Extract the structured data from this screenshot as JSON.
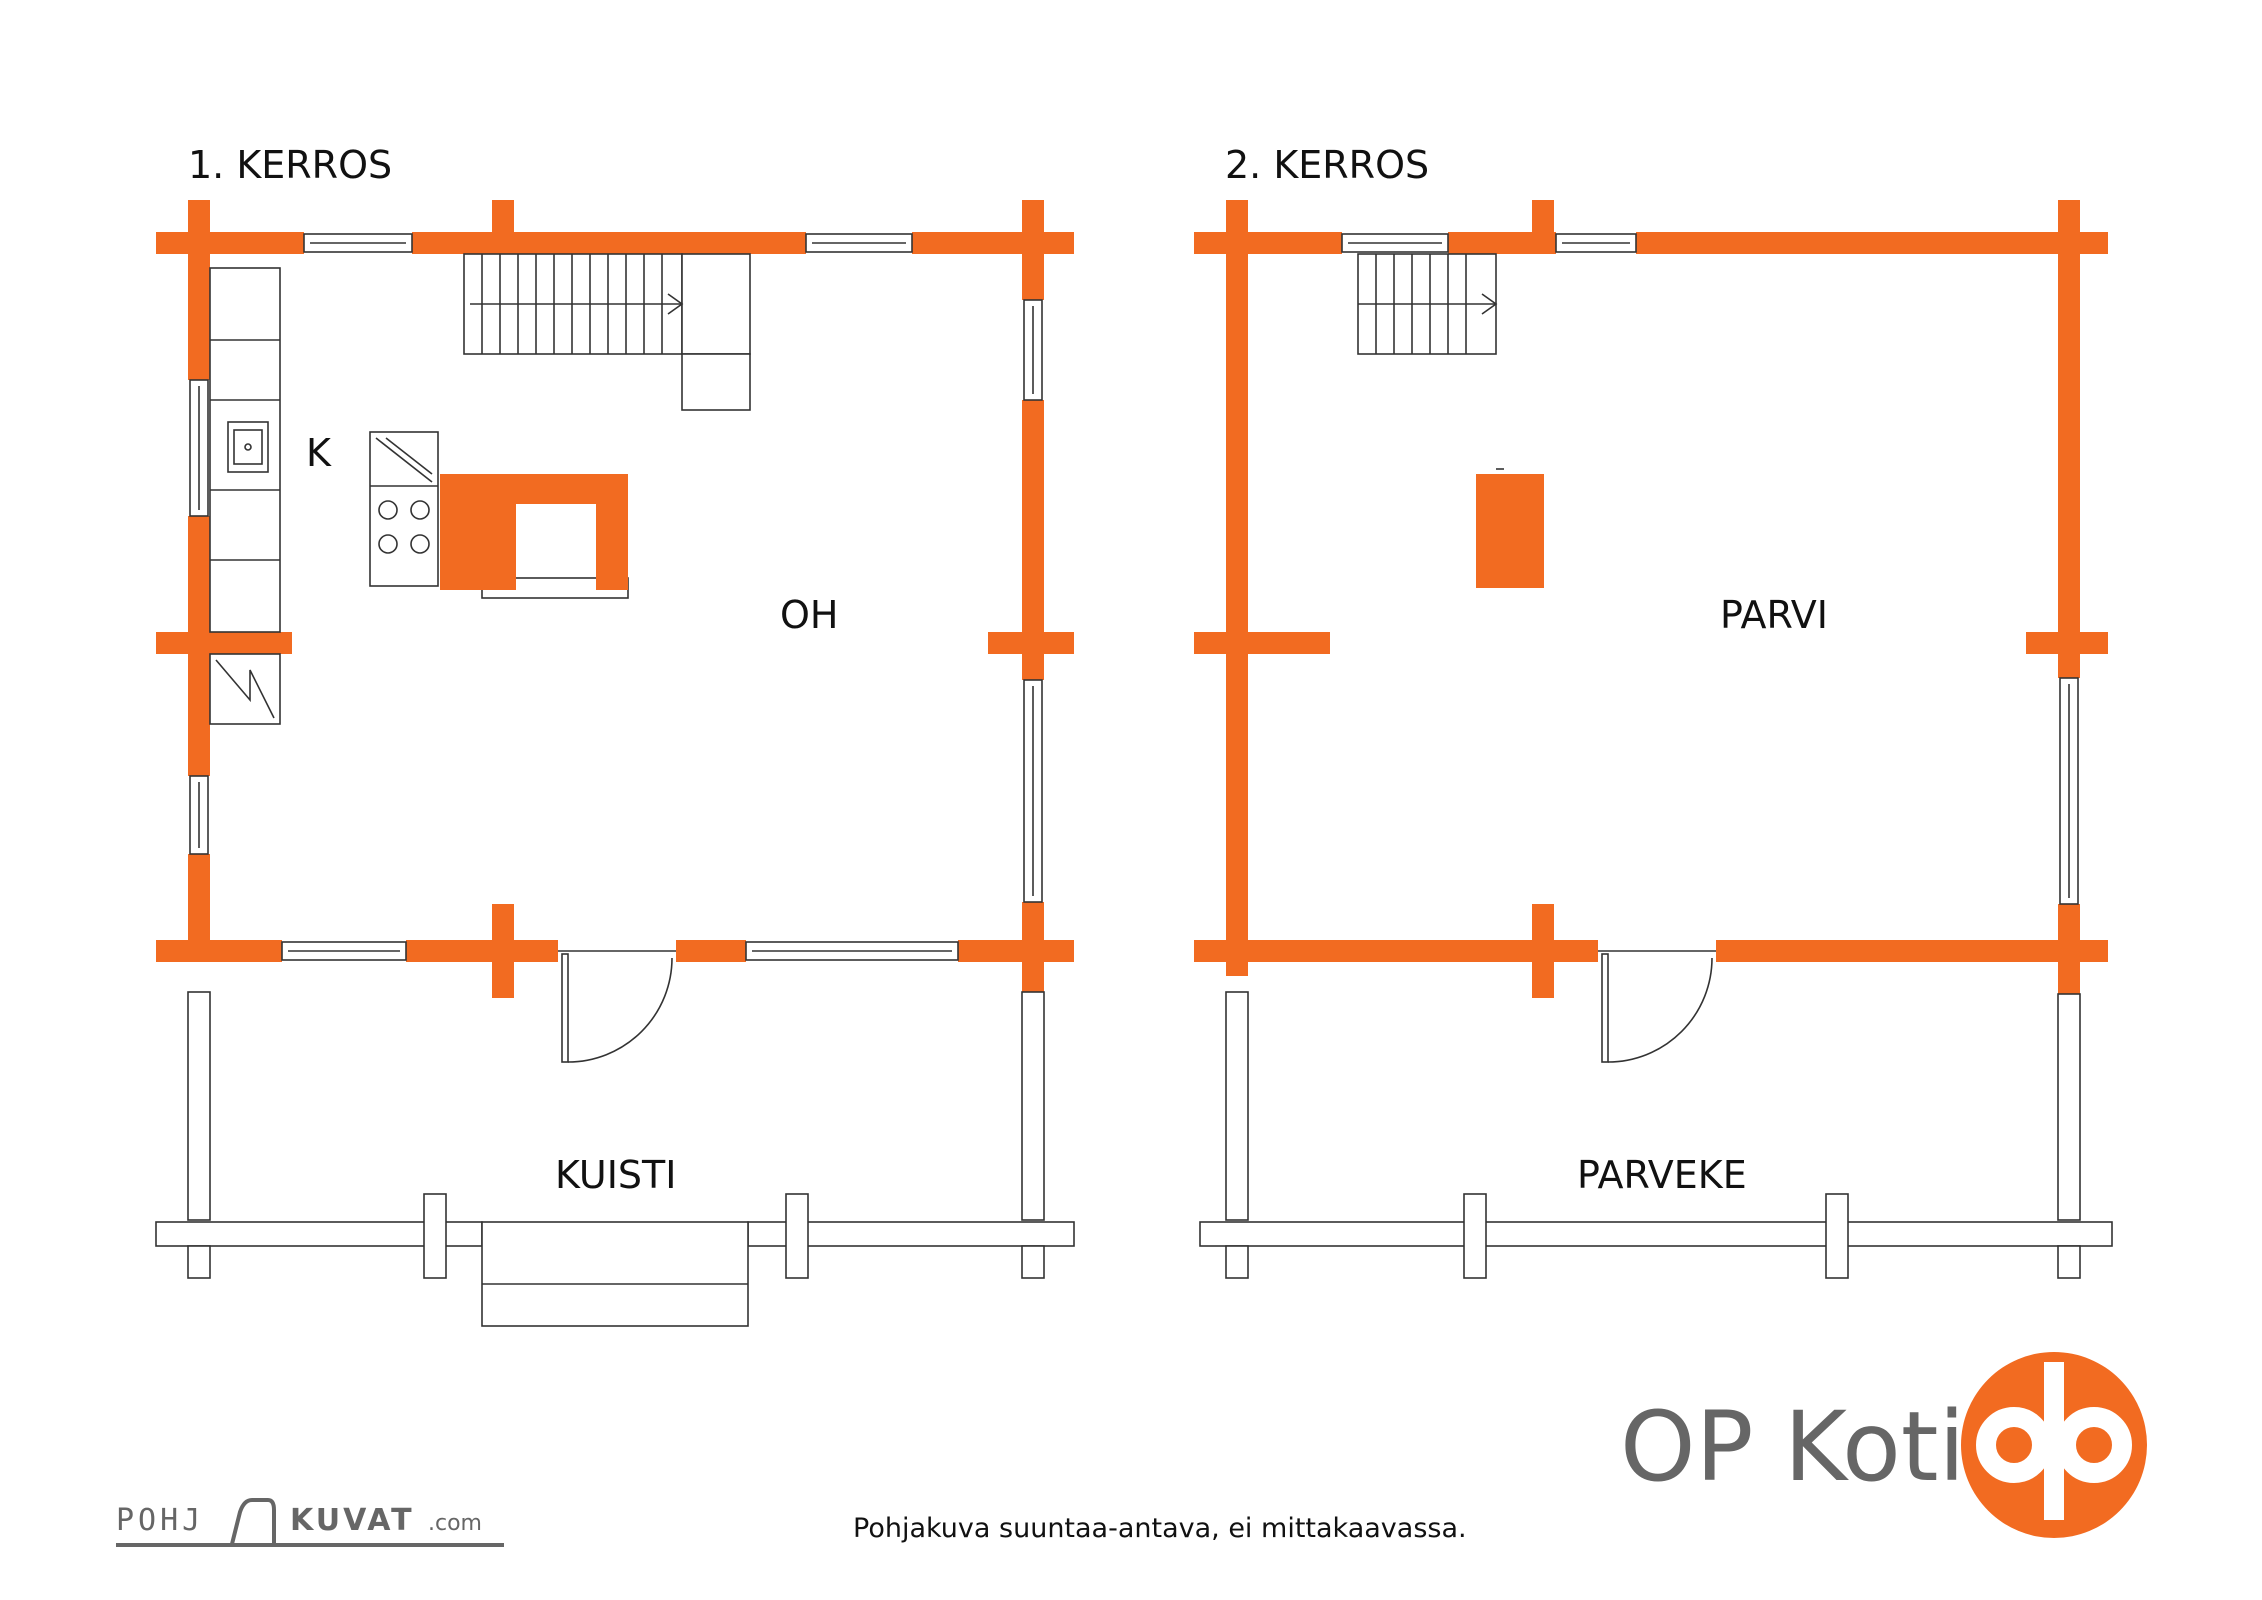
{
  "plans": [
    {
      "title": "1. KERROS",
      "rooms": {
        "kitchen": "K",
        "living": "OH",
        "porch": "KUISTI"
      }
    },
    {
      "title": "2. KERROS",
      "rooms": {
        "loft": "PARVI",
        "balcony": "PARVEKE"
      }
    }
  ],
  "footer": {
    "disclaimer": "Pohjakuva suuntaa-antava, ei mittakaavassa.",
    "watermark": "POHJAKUVAT.com",
    "brand": "OP Koti"
  },
  "colors": {
    "wall": "#F26B21",
    "line": "#333333",
    "brand_text": "#666666",
    "background": "#ffffff"
  }
}
